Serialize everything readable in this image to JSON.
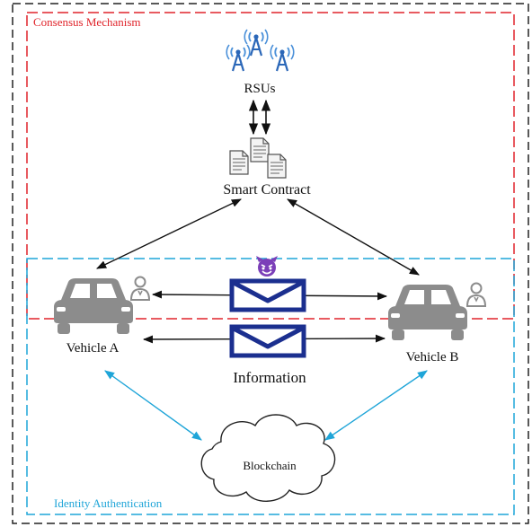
{
  "regions": {
    "consensus": "Consensus Mechanism",
    "identity": "Identity Authentication"
  },
  "nodes": {
    "rsus": "RSUs",
    "smart_contract": "Smart Contract",
    "vehicle_a": "Vehicle A",
    "vehicle_b": "Vehicle B",
    "information": "Information",
    "blockchain": "Blockchain"
  },
  "icons": {
    "rsu": "antenna-tower-icon",
    "contract": "document-stack-icon",
    "vehicle": "car-icon",
    "user": "user-badge-icon",
    "message": "envelope-icon",
    "attacker": "devil-emoji-icon",
    "ledger": "cloud-icon"
  },
  "colors": {
    "consensus_border": "#e0242b",
    "identity_border": "#1fa5d8",
    "envelope": "#1b2f8f",
    "vehicle": "#8c8c8c",
    "attacker": "#7b3fb8"
  }
}
